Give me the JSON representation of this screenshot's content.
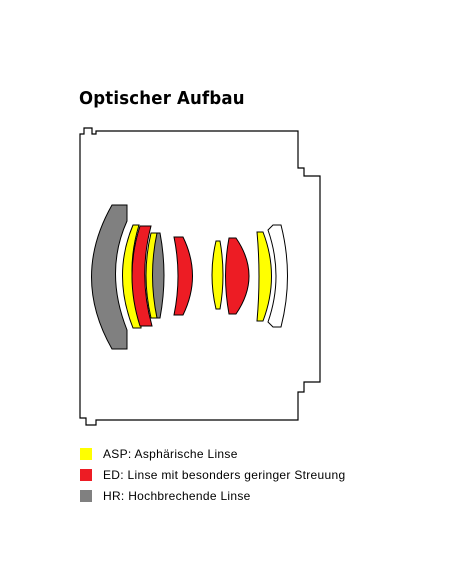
{
  "title": "Optischer Aufbau",
  "colors": {
    "asp": "#ffff00",
    "ed": "#ed1c24",
    "hr": "#808080",
    "outline": "#000000"
  },
  "legend": [
    {
      "key": "asp",
      "label": "ASP: Asphärische Linse"
    },
    {
      "key": "ed",
      "label": "ED: Linse mit besonders geringer Streuung"
    },
    {
      "key": "hr",
      "label": "HR: Hochbrechende Linse"
    }
  ]
}
